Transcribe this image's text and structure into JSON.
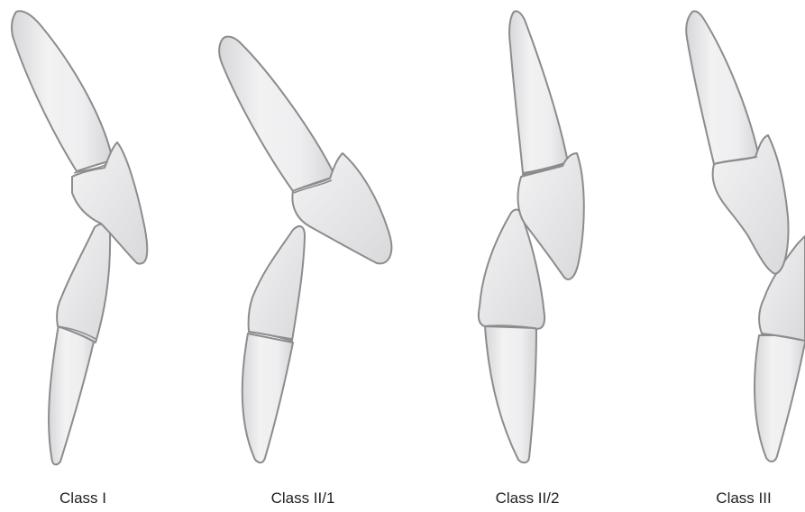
{
  "captions": {
    "class_1": "Class I",
    "class_2_1": "Class II/1",
    "class_2_2": "Class II/2",
    "class_3": "Class III"
  },
  "colors": {
    "tooth_light": "#f4f4f5",
    "tooth_shade": "#d3d3d6",
    "outline": "#8c8c8c"
  }
}
